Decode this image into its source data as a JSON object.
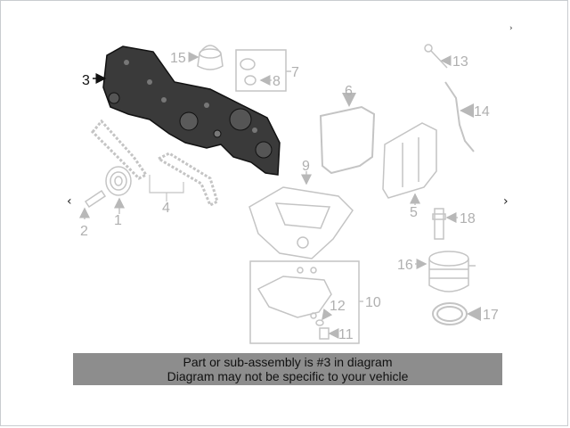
{
  "nav": {
    "prev_icon": "‹",
    "next_icon": "›",
    "corner_icon": "›"
  },
  "callouts": {
    "n1": "1",
    "n2": "2",
    "n3": "3",
    "n4": "4",
    "n5": "5",
    "n6": "6",
    "n7": "7",
    "n8": "8",
    "n9": "9",
    "n10": "10",
    "n11": "11",
    "n12": "12",
    "n13": "13",
    "n14": "14",
    "n15": "15",
    "n16": "16",
    "n17": "17",
    "n18": "18"
  },
  "highlighted_part": "3",
  "caption": {
    "line1": "Part or sub-assembly is #3 in diagram",
    "line2": "Diagram may not be specific to your vehicle"
  },
  "colors": {
    "highlight_part": "#3a3a3a",
    "outline_part": "#c4c4c4",
    "caption_bg": "#8d8d8d"
  }
}
